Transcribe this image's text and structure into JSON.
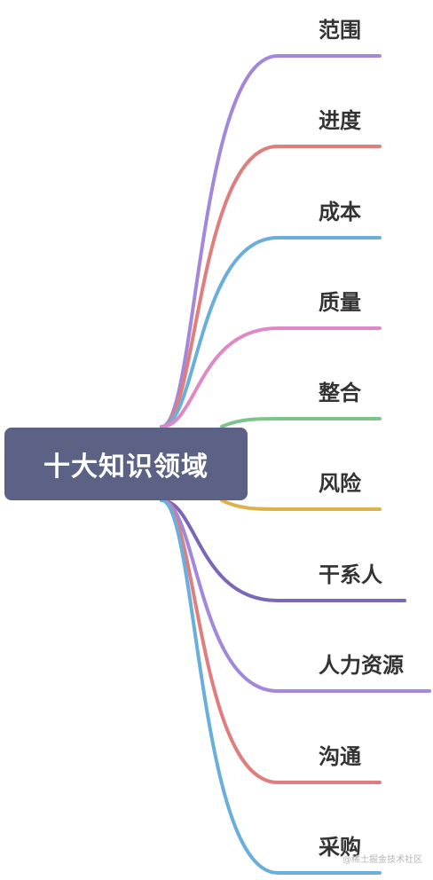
{
  "root": {
    "label": "十大知识领域",
    "color": "#5b6285"
  },
  "branches": [
    {
      "label": "范围",
      "color": "#a387db"
    },
    {
      "label": "进度",
      "color": "#e07e7e"
    },
    {
      "label": "成本",
      "color": "#6aafdc"
    },
    {
      "label": "质量",
      "color": "#e087c6"
    },
    {
      "label": "整合",
      "color": "#7ec48a"
    },
    {
      "label": "风险",
      "color": "#dcb24f"
    },
    {
      "label": "干系人",
      "color": "#7c66b8"
    },
    {
      "label": "人力资源",
      "color": "#a387db"
    },
    {
      "label": "沟通",
      "color": "#e07e7e"
    },
    {
      "label": "采购",
      "color": "#6aafdc"
    }
  ],
  "watermark": "@稀土掘金技术社区"
}
